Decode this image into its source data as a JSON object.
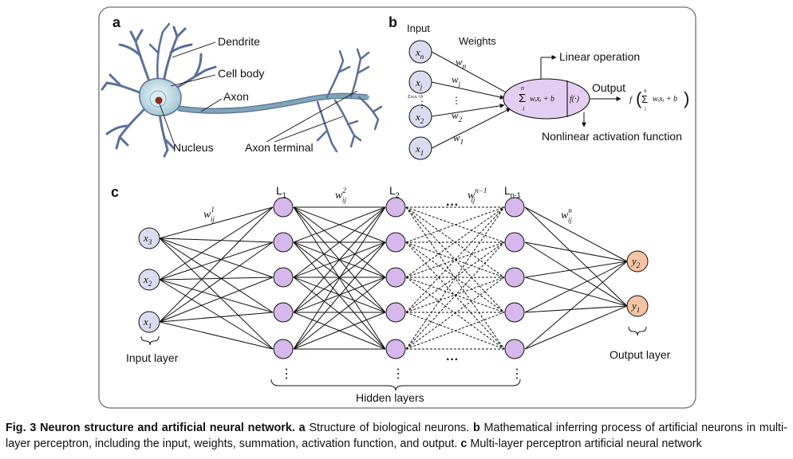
{
  "panel_a": {
    "label": "a",
    "dendrite": "Dendrite",
    "cell_body": "Cell body",
    "axon": "Axon",
    "nucleus": "Nucleus",
    "axon_terminal": "Axon terminal"
  },
  "panel_b": {
    "label": "b",
    "input": "Input",
    "weights": "Weights",
    "inputs": [
      {
        "base": "x",
        "sub": "n"
      },
      {
        "base": "x",
        "sub": "j"
      },
      {
        "base": "x",
        "sub": "2"
      },
      {
        "base": "x",
        "sub": "1"
      }
    ],
    "weight_labels": [
      {
        "base": "w",
        "sub": "n"
      },
      {
        "base": "w",
        "sub": "j"
      },
      {
        "base": "w",
        "sub": "2"
      },
      {
        "base": "w",
        "sub": "1"
      }
    ],
    "small_sum": "Σwᵢxᵢ+b",
    "vdots": "⋮",
    "sum_top": "n",
    "sum_symbol": "Σ",
    "sum_bottom": "i",
    "sum_expr": "wᵢxᵢ + b",
    "activation": "f(·)",
    "linear_operation": "Linear operation",
    "nonlinear_activation": "Nonlinear activation function",
    "output": "Output",
    "output_f": "f",
    "output_expr": "wᵢxᵢ + b"
  },
  "panel_c": {
    "label": "c",
    "input_nodes": [
      {
        "base": "x",
        "sub": "3"
      },
      {
        "base": "x",
        "sub": "2"
      },
      {
        "base": "x",
        "sub": "1"
      }
    ],
    "output_nodes": [
      {
        "base": "y",
        "sub": "2"
      },
      {
        "base": "y",
        "sub": "1"
      }
    ],
    "layer_titles": [
      {
        "base": "L",
        "sub": "1"
      },
      {
        "base": "L",
        "sub": "2"
      },
      {
        "base": "L",
        "sub": "n-1"
      }
    ],
    "weight_labels": [
      {
        "base": "w",
        "sub": "ij",
        "sup": "1"
      },
      {
        "base": "w",
        "sub": "ij",
        "sup": "2"
      },
      {
        "base": "w",
        "sub": "ij",
        "sup": "n−1"
      },
      {
        "base": "w",
        "sub": "ij",
        "sup": "n"
      }
    ],
    "hdots": "···",
    "vdots": "⋮",
    "input_layer": "Input layer",
    "output_layer": "Output layer",
    "hidden_layers": "Hidden layers"
  },
  "caption": {
    "head": "Fig. 3 Neuron structure and artificial neural network.",
    "a_label": "a",
    "a_text": "Structure of biological neurons.",
    "b_label": "b",
    "b_text": "Mathematical inferring process of artificial neurons in multi-layer perceptron, including the input, weights, summation, activation function, and output.",
    "c_label": "c",
    "c_text": "Multi-layer perceptron artificial neural network"
  },
  "colors": {
    "frame": "#6f6f6f",
    "input_node": "#dcdcf0",
    "hidden_node": "#d6b8ec",
    "output_node": "#f4c4a4",
    "summation_node": "#e4cdf2",
    "neuron_body": "#cfe3ea",
    "neuron_outline": "#5b6f9a",
    "nucleus": "#8a2a1a"
  }
}
